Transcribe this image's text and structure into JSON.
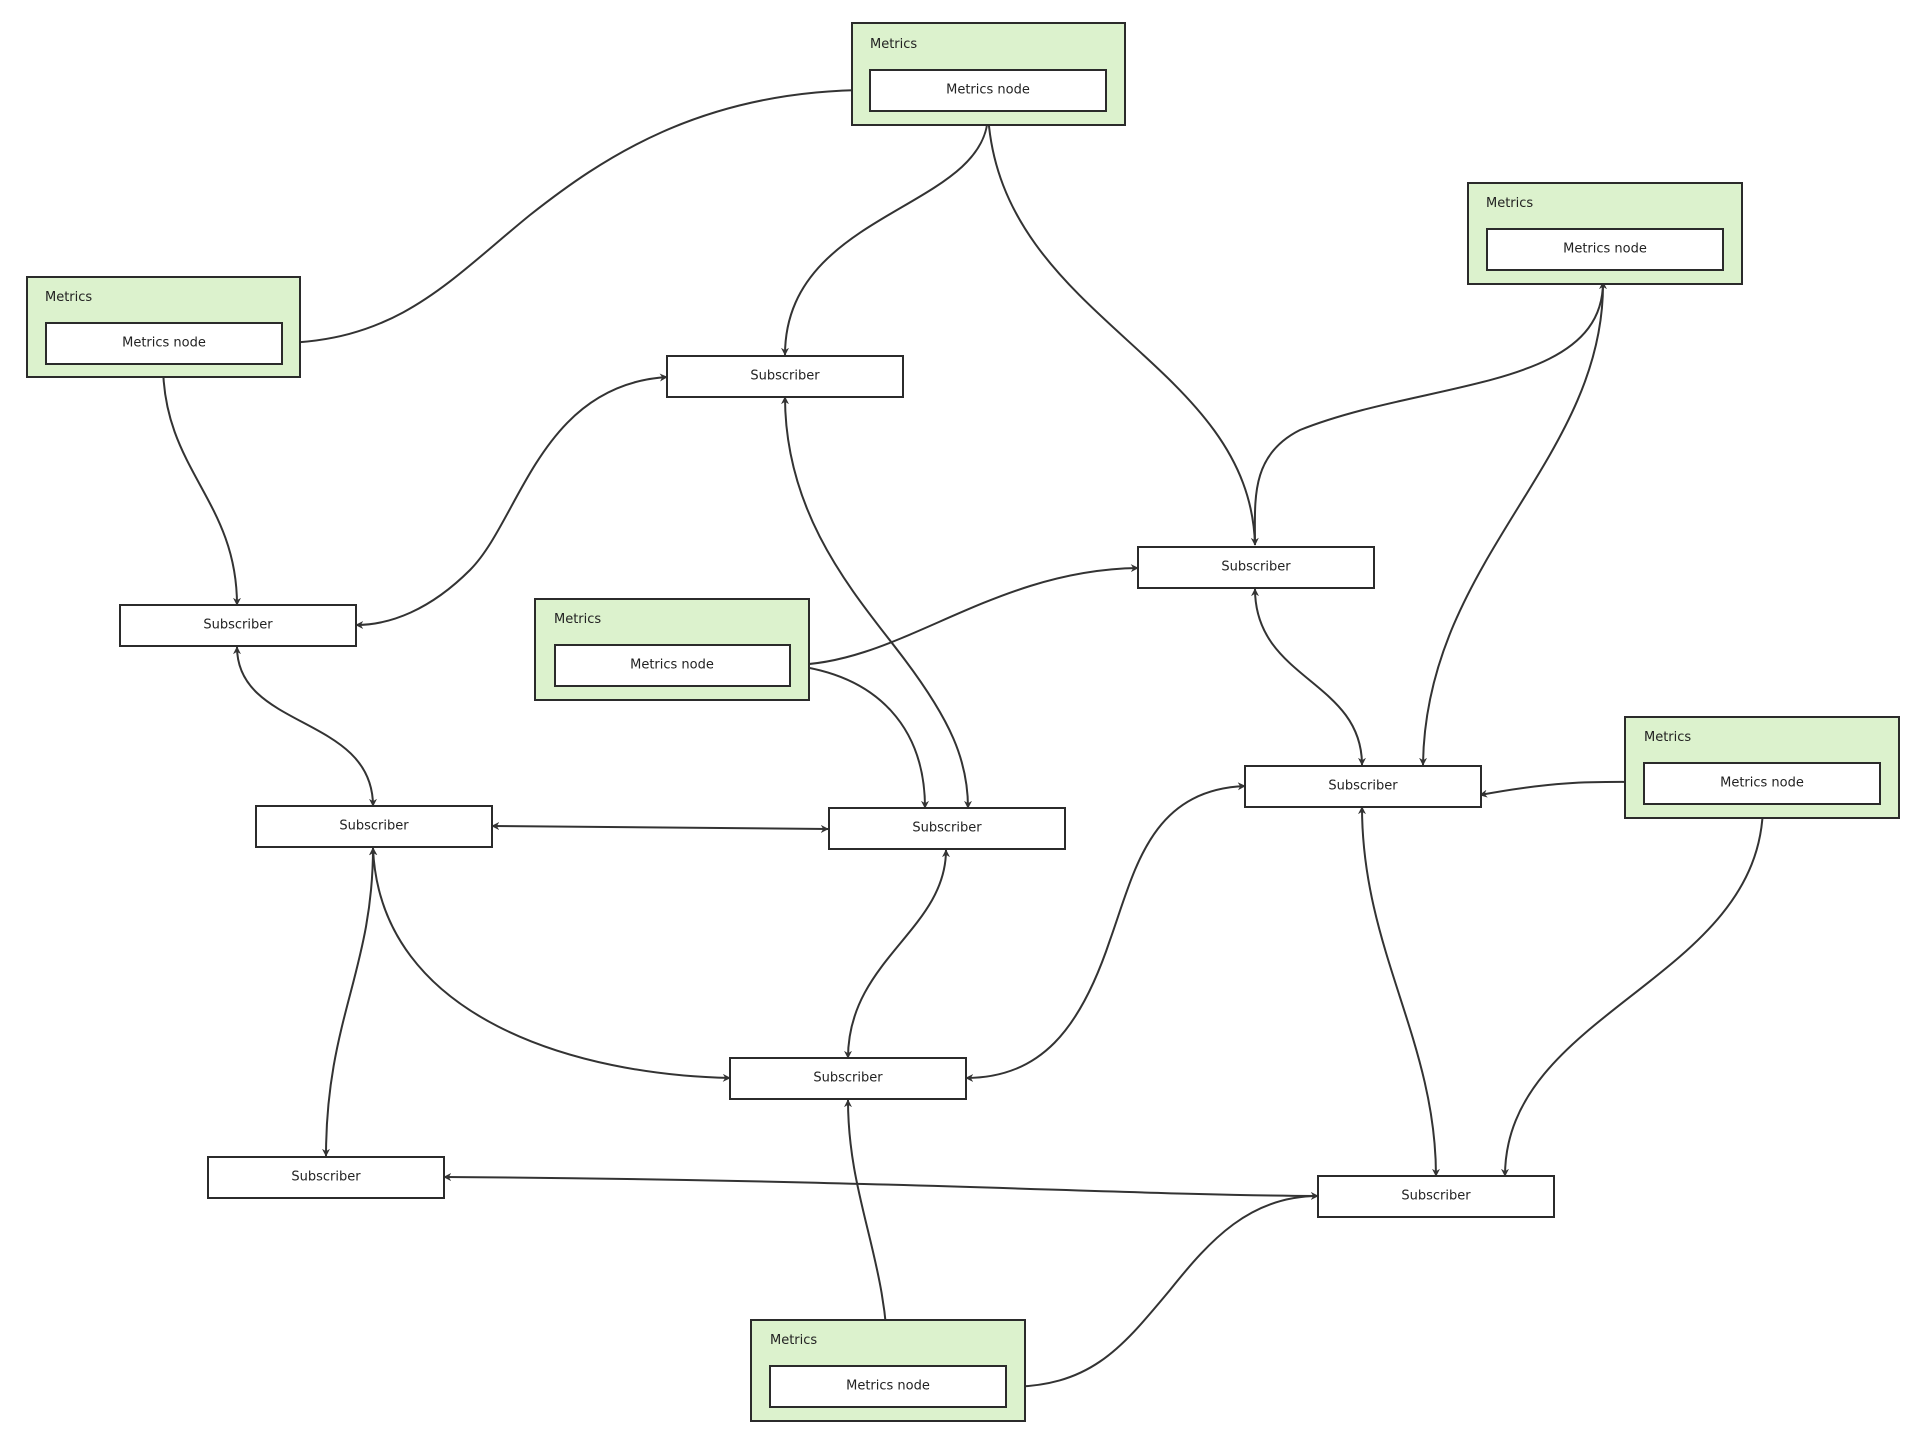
{
  "diagram": {
    "group_label": "Metrics",
    "metrics_node_label": "Metrics node",
    "subscriber_label": "Subscriber",
    "colors": {
      "group_fill": "#dcf2cd",
      "stroke": "#2b2b2b",
      "edge": "#333333"
    }
  }
}
